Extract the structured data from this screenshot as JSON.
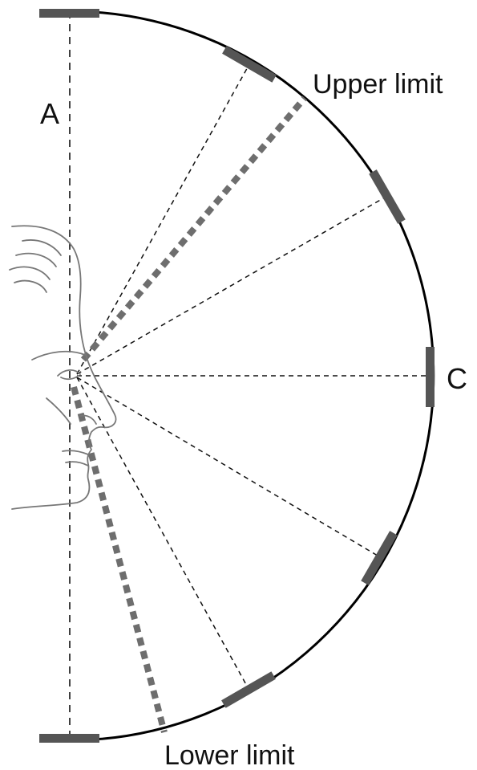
{
  "labels": {
    "a": "A",
    "c": "C",
    "upper": "Upper limit",
    "lower": "Lower limit"
  },
  "colors": {
    "arc": "#000000",
    "marker": "#555555",
    "dashed_line": "#111111",
    "limit_line": "#6e6e6e",
    "face": "#777777"
  },
  "icons": {
    "face": "face-profile-icon"
  }
}
